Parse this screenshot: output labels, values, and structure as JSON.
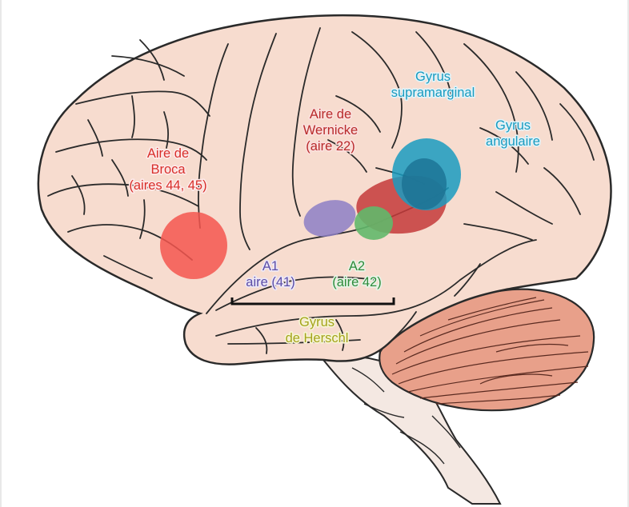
{
  "colors": {
    "broca": "#f5564f",
    "broca_text": "#d82f2a",
    "wernicke": "#c43a39",
    "wernicke_text": "#b82b2b",
    "supramarginal": "#1a9bbf",
    "angular": "#1a7fa0",
    "a1": "#8d7fc6",
    "a1_text": "#5d4da6",
    "a2": "#62b86a",
    "a2_text": "#2f8a3a",
    "herschl_text": "#a5a31b",
    "brain_fill": "#f7dccf",
    "brain_stroke": "#2a2a2a",
    "cerebellum_fill": "#e8a08a"
  },
  "labels": {
    "broca": [
      "Aire de",
      "Broca",
      "(aires 44, 45)"
    ],
    "wernicke": [
      "Aire de",
      "Wernicke",
      "(aire 22)"
    ],
    "supramarginal": [
      "Gyrus",
      "supramarginal"
    ],
    "angular": [
      "Gyrus",
      "angulaire"
    ],
    "a1": [
      "A1",
      "aire (41)"
    ],
    "a2": [
      "A2",
      "(aire 42)"
    ],
    "herschl": [
      "Gyrus",
      "de Herschl"
    ]
  }
}
